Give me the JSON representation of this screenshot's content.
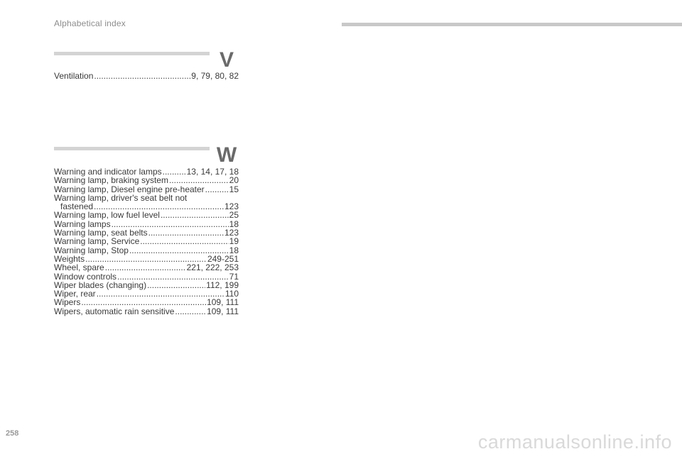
{
  "header": {
    "section_title": "Alphabetical index"
  },
  "sections": {
    "v": {
      "letter": "V",
      "entries": [
        {
          "term": "Ventilation",
          "pages": "9, 79, 80, 82"
        }
      ]
    },
    "w": {
      "letter": "W",
      "entries": [
        {
          "term": "Warning and indicator lamps",
          "pages": "13, 14, 17, 18"
        },
        {
          "term": "Warning lamp, braking system",
          "pages": "20"
        },
        {
          "term": "Warning lamp, Diesel engine pre-heater",
          "pages": "15"
        },
        {
          "term": "Warning lamp, driver's seat belt not",
          "pages": ""
        },
        {
          "term": "fastened",
          "pages": "123"
        },
        {
          "term": "Warning lamp, low fuel level",
          "pages": "25"
        },
        {
          "term": "Warning lamps",
          "pages": "18"
        },
        {
          "term": "Warning lamp, seat belts",
          "pages": "123"
        },
        {
          "term": "Warning lamp, Service",
          "pages": "19"
        },
        {
          "term": "Warning lamp, Stop",
          "pages": "18"
        },
        {
          "term": "Weights",
          "pages": "249-251"
        },
        {
          "term": "Wheel, spare",
          "pages": "221, 222, 253"
        },
        {
          "term": "Window controls",
          "pages": "71"
        },
        {
          "term": "Wiper blades (changing)",
          "pages": "112, 199"
        },
        {
          "term": "Wiper, rear",
          "pages": "110"
        },
        {
          "term": "Wipers",
          "pages": "109, 111"
        },
        {
          "term": "Wipers, automatic rain sensitive",
          "pages": "109, 111"
        }
      ]
    }
  },
  "footer": {
    "page_number": "258",
    "watermark": "carmanualsonline.info"
  }
}
